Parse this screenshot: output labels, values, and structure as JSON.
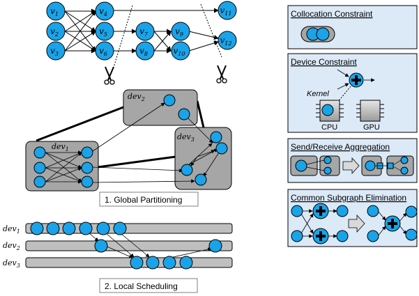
{
  "graph": {
    "nodes": [
      {
        "id": "v1",
        "base": "v",
        "sub": "1"
      },
      {
        "id": "v2",
        "base": "v",
        "sub": "2"
      },
      {
        "id": "v3",
        "base": "v",
        "sub": "3"
      },
      {
        "id": "v4",
        "base": "v",
        "sub": "4"
      },
      {
        "id": "v5",
        "base": "v",
        "sub": "5"
      },
      {
        "id": "v6",
        "base": "v",
        "sub": "6"
      },
      {
        "id": "v7",
        "base": "v",
        "sub": "7"
      },
      {
        "id": "v8",
        "base": "v",
        "sub": "8"
      },
      {
        "id": "v9",
        "base": "v",
        "sub": "9"
      },
      {
        "id": "v10",
        "base": "v",
        "sub": "10"
      },
      {
        "id": "v11",
        "base": "v",
        "sub": "11"
      },
      {
        "id": "v12",
        "base": "v",
        "sub": "12"
      }
    ]
  },
  "partition": {
    "dev1": {
      "base": "dev",
      "sub": "1"
    },
    "dev2": {
      "base": "dev",
      "sub": "2"
    },
    "dev3": {
      "base": "dev",
      "sub": "3"
    },
    "caption": "1. Global Partitioning"
  },
  "scheduling": {
    "rows": [
      {
        "base": "dev",
        "sub": "1"
      },
      {
        "base": "dev",
        "sub": "2"
      },
      {
        "base": "dev",
        "sub": "3"
      }
    ],
    "caption": "2. Local Scheduling"
  },
  "optimizations": {
    "collocation": "Collocation Constraint",
    "device": "Device Constraint",
    "kernel": "Kernel",
    "cpu": "CPU",
    "gpu": "GPU",
    "send_receive": "Send/Receive Aggregation",
    "cse": "Common Subgraph Elimination"
  },
  "colors": {
    "node_fill": "#1aa3e8",
    "device_box": "#a6a6a6",
    "panel_fill": "#dce9f7",
    "sched_bar": "#bfbfbf"
  }
}
